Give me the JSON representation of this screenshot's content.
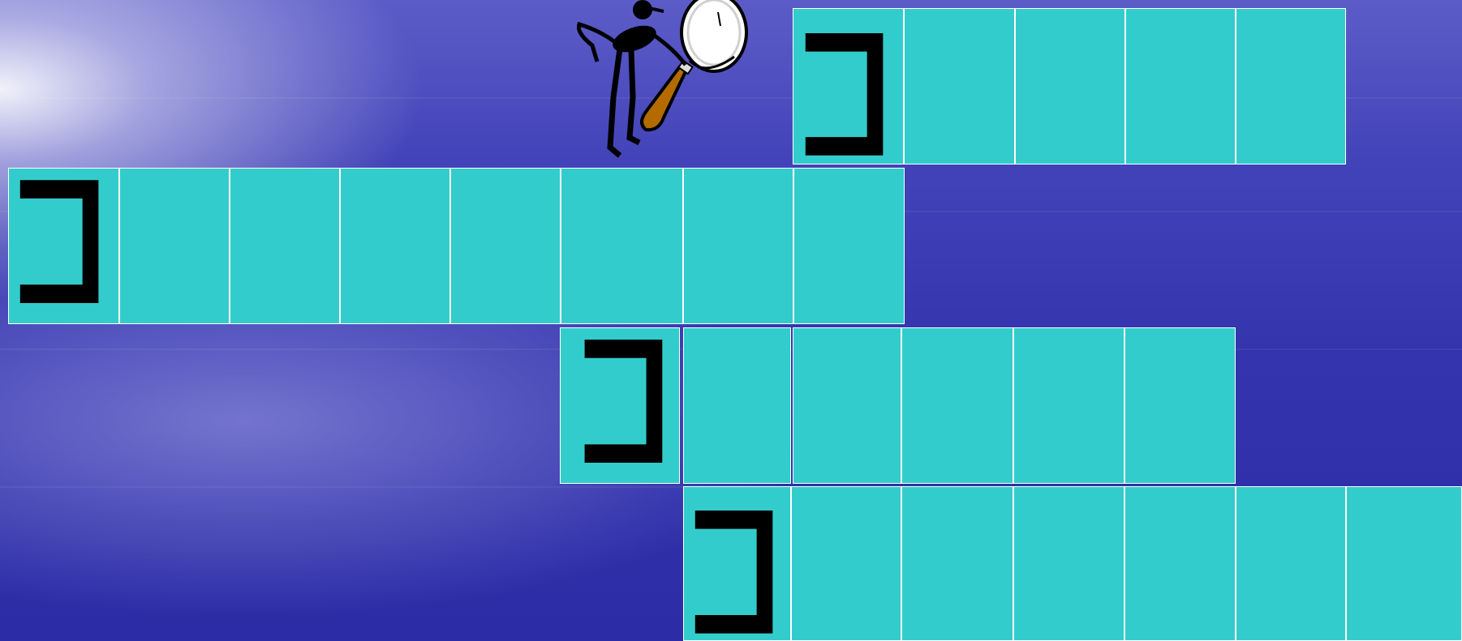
{
  "puzzle": {
    "rows": [
      {
        "id": "row-1",
        "cells": 5
      },
      {
        "id": "row-2",
        "cells": 8
      },
      {
        "id": "row-3",
        "cells": 6
      },
      {
        "id": "row-4",
        "cells": 7
      }
    ],
    "start_letter": "כ",
    "colors": {
      "cell_fill": "#33cccc",
      "cell_border": "#ffffff",
      "letter": "#000000",
      "background": "#3434ae"
    }
  },
  "mascot": {
    "icon": "detective-with-magnifying-glass-icon",
    "colors": {
      "body": "#000000",
      "handle": "#b36b00",
      "lens": "#e6e6e6"
    }
  }
}
